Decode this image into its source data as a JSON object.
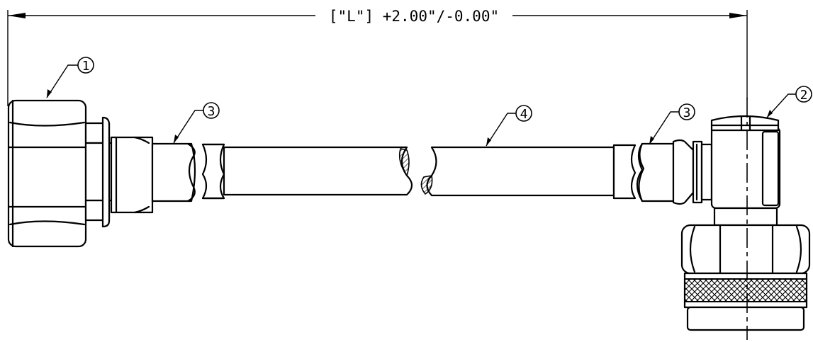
{
  "dimension": {
    "text": "[\"L\"] +2.00\"/-0.00\""
  },
  "balloons": [
    {
      "id": "balloon-1",
      "label": "1"
    },
    {
      "id": "balloon-2",
      "label": "2"
    },
    {
      "id": "balloon-3-left",
      "label": "3"
    },
    {
      "id": "balloon-3-right",
      "label": "3"
    },
    {
      "id": "balloon-4",
      "label": "4"
    }
  ],
  "colors": {
    "line": "#000000",
    "background": "#ffffff"
  }
}
